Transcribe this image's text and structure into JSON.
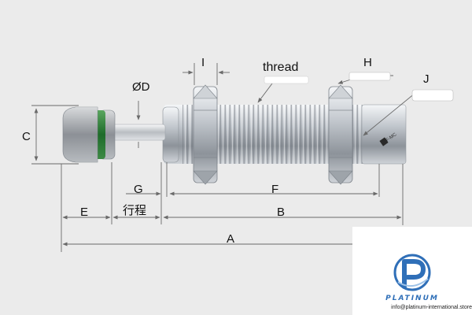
{
  "diagram": {
    "labels": {
      "A": "A",
      "B": "B",
      "C": "C",
      "D": "ØD",
      "E": "E",
      "F": "F",
      "G": "G",
      "H": "H",
      "I": "I",
      "J": "J",
      "stroke": "行程",
      "thread": "thread"
    },
    "body_marking": "F-MC"
  },
  "brand": {
    "name": "PLATINUM",
    "email": "info@platinum-international.store"
  },
  "colors": {
    "background": "#ebebeb",
    "cap_green": "#1e6b2a",
    "metal": "#b4b9bf",
    "dim_line": "#6a6a6a",
    "brand_blue": "#2f6fb8"
  }
}
